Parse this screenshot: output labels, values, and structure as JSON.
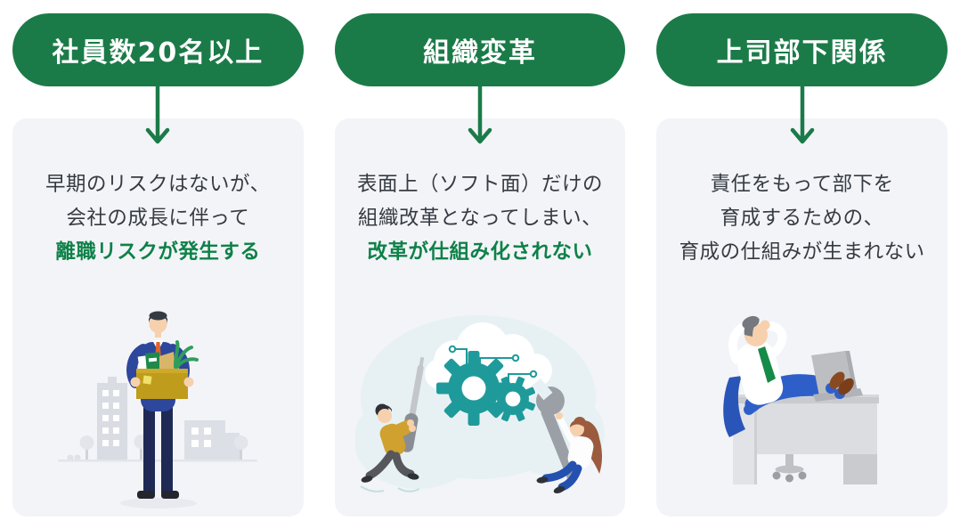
{
  "colors": {
    "pill_green": "#1b7b48",
    "arrow_green": "#1b7b48",
    "highlight_text_green": "#0e8148",
    "body_text": "#363b42",
    "card_background": "#f3f4f8",
    "illustration_teal": "#1f9a9b"
  },
  "columns": [
    {
      "id": "staff-over-20",
      "pill_label": "社員数20名以上",
      "lines": {
        "0": "早期のリスクはないが、",
        "1": "会社の成長に伴って",
        "2": "離職リスクが発生する"
      },
      "highlighted_line_index": 2,
      "illustration": "man-leaving-office-with-box"
    },
    {
      "id": "organizational-reform",
      "pill_label": "組織変革",
      "lines": {
        "0": "表面上（ソフト面）だけの",
        "1": "組織改革となってしまい、",
        "2": "改革が仕組み化されない"
      },
      "highlighted_line_index": 2,
      "illustration": "people-fixing-cloud-gears"
    },
    {
      "id": "boss-subordinate-relationship",
      "pill_label": "上司部下関係",
      "lines": {
        "0": "責任をもって部下を",
        "1": "育成するための、",
        "2": "育成の仕組みが生まれない"
      },
      "highlighted_line_index": -1,
      "illustration": "man-relaxing-at-desk"
    }
  ]
}
